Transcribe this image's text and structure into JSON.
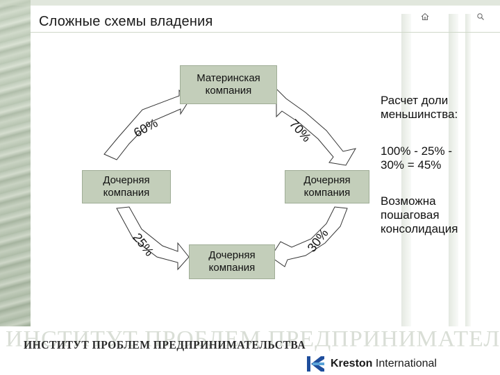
{
  "slide": {
    "title": "Сложные схемы владения"
  },
  "nav": {
    "home_icon": "home-icon",
    "search_icon": "search-icon"
  },
  "diagram": {
    "parent": {
      "line1": "Материнская",
      "line2": "компания"
    },
    "sub_left": {
      "line1": "Дочерняя",
      "line2": "компания"
    },
    "sub_right": {
      "line1": "Дочерняя",
      "line2": "компания"
    },
    "sub_bottom": {
      "line1": "Дочерняя",
      "line2": "компания"
    },
    "pct_left_top": "60%",
    "pct_right_top": "70%",
    "pct_left_bottom": "25%",
    "pct_right_bottom": "30%"
  },
  "side": {
    "heading_line1": "Расчет доли",
    "heading_line2": "меньшинства:",
    "calc_line1": "100% - 25% -",
    "calc_line2": "30% = 45%",
    "note_line1": "Возможна",
    "note_line2": "пошаговая",
    "note_line3": "консолидация"
  },
  "footer": {
    "org_large": "ИНСТИТУТ ПРОБЛЕМ ПРЕДПРИНИМАТЕЛЬСТВА",
    "org_small": "ИНСТИТУТ ПРОБЛЕМ ПРЕДПРИНИМАТЕЛЬСТВА",
    "brand_bold": "Kreston",
    "brand_rest": " International"
  },
  "colors": {
    "box_fill": "#c3ceba",
    "arrow_fill": "#ffffff",
    "arrow_stroke": "#333333",
    "logo_blue": "#1f4e9c"
  }
}
